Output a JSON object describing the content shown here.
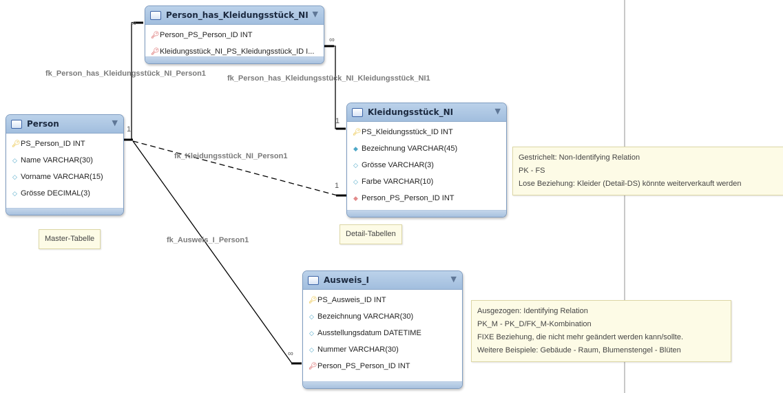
{
  "tables": {
    "person": {
      "name": "Person",
      "columns": [
        {
          "icon": "primary-key-icon",
          "label": "PS_Person_ID INT"
        },
        {
          "icon": "attribute-icon",
          "label": "Name VARCHAR(30)"
        },
        {
          "icon": "attribute-icon",
          "label": "Vorname VARCHAR(15)"
        },
        {
          "icon": "attribute-icon",
          "label": "Grösse DECIMAL(3)"
        }
      ]
    },
    "person_has": {
      "name": "Person_has_Kleidungsstück_NI",
      "columns": [
        {
          "icon": "foreign-primary-key-icon",
          "label": "Person_PS_Person_ID INT"
        },
        {
          "icon": "foreign-primary-key-icon",
          "label": "Kleidungsstück_NI_PS_Kleidungsstück_ID I..."
        }
      ]
    },
    "kleidung": {
      "name": "Kleidungsstück_NI",
      "columns": [
        {
          "icon": "primary-key-icon",
          "label": "PS_Kleidungsstück_ID INT"
        },
        {
          "icon": "attribute-icon",
          "label": "Bezeichnung VARCHAR(45)"
        },
        {
          "icon": "attribute-icon",
          "label": "Grösse VARCHAR(3)"
        },
        {
          "icon": "attribute-icon",
          "label": "Farbe VARCHAR(10)"
        },
        {
          "icon": "foreign-key-attribute-icon",
          "label": "Person_PS_Person_ID INT"
        }
      ]
    },
    "ausweis": {
      "name": "Ausweis_I",
      "columns": [
        {
          "icon": "primary-key-icon",
          "label": "PS_Ausweis_ID INT"
        },
        {
          "icon": "attribute-icon",
          "label": "Bezeichnung VARCHAR(30)"
        },
        {
          "icon": "attribute-icon",
          "label": "Ausstellungsdatum DATETIME"
        },
        {
          "icon": "attribute-icon",
          "label": "Nummer VARCHAR(30)"
        },
        {
          "icon": "foreign-primary-key-icon",
          "label": "Person_PS_Person_ID INT"
        }
      ]
    }
  },
  "relationships": {
    "person_has_person": "fk_Person_has_Kleidungsstück_NI_Person1",
    "person_has_kleidung": "fk_Person_has_Kleidungsstück_NI_Kleidungsstück_NI1",
    "kleidung_person": "fk_Kleidungsstück_NI_Person1",
    "ausweis_person": "fk_Ausweis_I_Person1"
  },
  "cardinality": {
    "many": "∞",
    "one": "1"
  },
  "labels": {
    "master": "Master-Tabelle",
    "detail": "Detail-Tabellen"
  },
  "notes": {
    "dashed": [
      "Gestrichelt: Non-Identifying Relation",
      "PK - FS",
      "Lose Beziehung: Kleider (Detail-DS) könnte weiterverkauft werden"
    ],
    "solid": [
      "Ausgezogen: Identifying Relation",
      "PK_M - PK_D/FK_M-Kombination",
      "FIXE Beziehung, die nicht mehr geändert werden kann/sollte.",
      "Weitere Beispiele: Gebäude - Raum, Blumenstengel - Blüten"
    ]
  },
  "colors": {
    "table_header": "#a8c3e2",
    "table_border": "#7e9cc1",
    "note_background": "#fdfbe6",
    "primary_key": "#e6b71e",
    "foreign_key": "#d04040",
    "attribute": "#4da7c7"
  }
}
